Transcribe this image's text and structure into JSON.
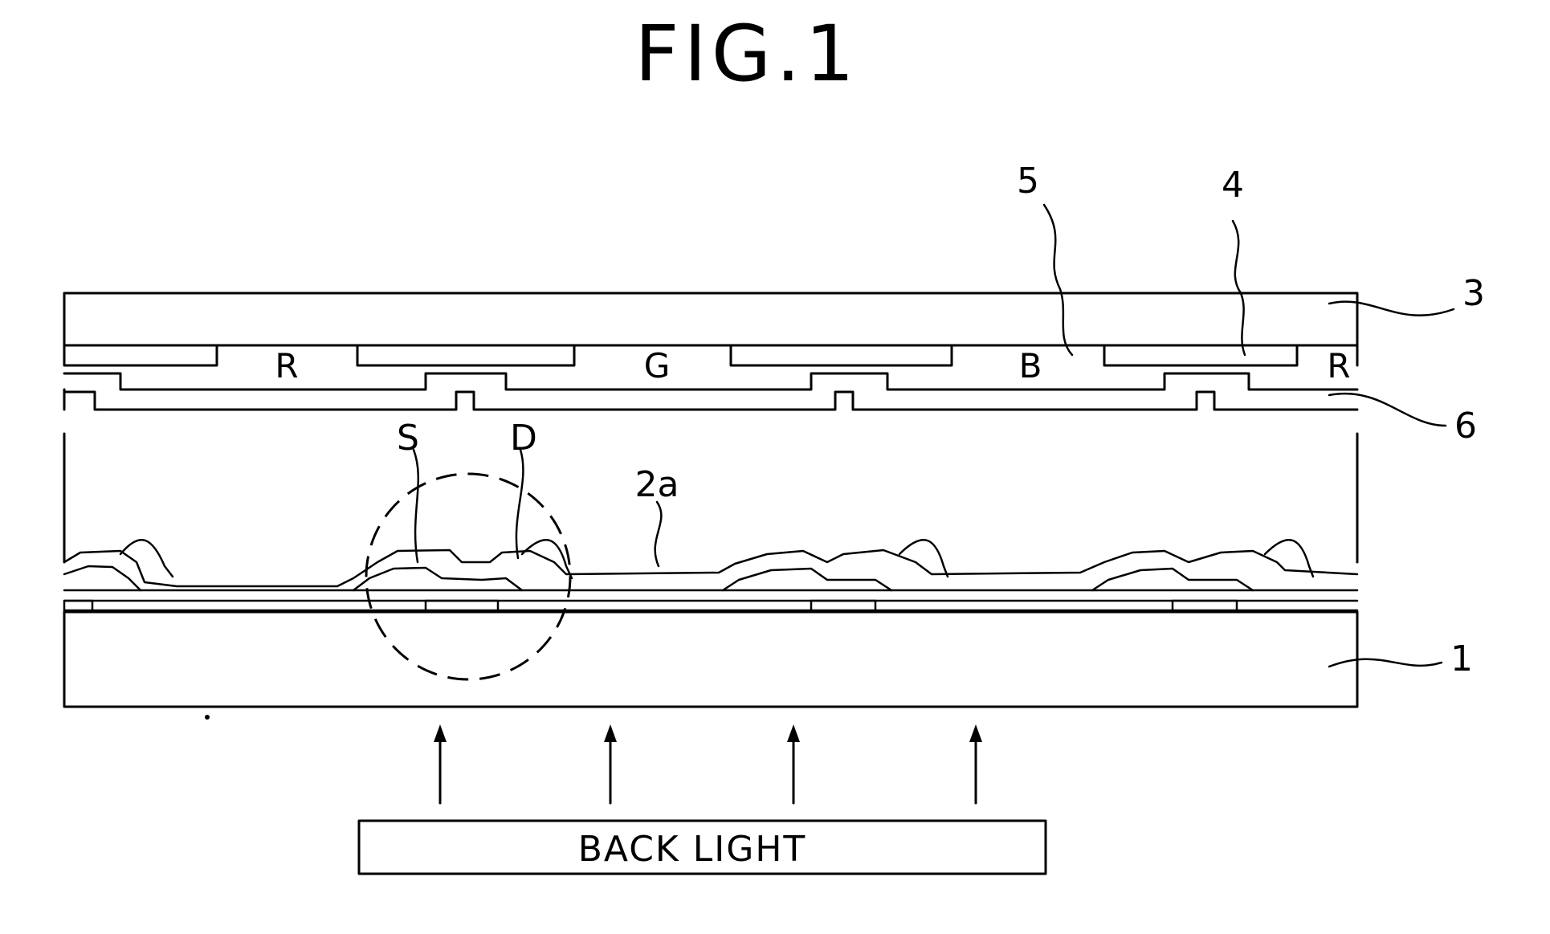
{
  "figure": {
    "title": "FIG.1",
    "backlight_label": "BACK LIGHT"
  },
  "color_filters": [
    "R",
    "G",
    "B",
    "R"
  ],
  "reference_numerals": {
    "upper_substrate": "3",
    "black_matrix": "4",
    "color_filter_layer": "5",
    "common_electrode": "6",
    "lower_substrate": "1",
    "pixel_electrode": "2a",
    "source": "S",
    "drain": "D"
  },
  "colors": {
    "line": "#000000",
    "background": "#ffffff"
  }
}
